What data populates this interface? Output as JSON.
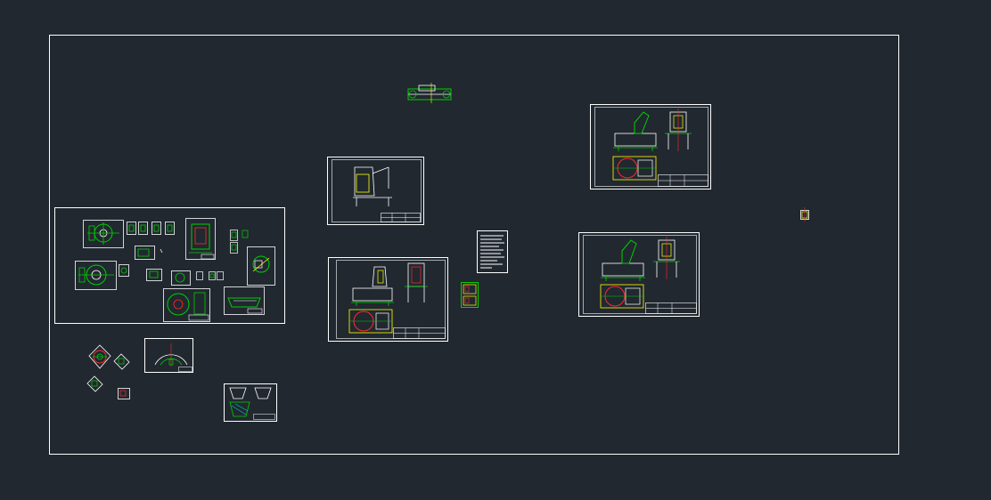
{
  "viewport": {
    "background": "#212830",
    "line_colors": {
      "frame": "#ffffff",
      "geometry": "#00d000",
      "detail": "#ffffff",
      "highlight": "#ff2a2a",
      "accent": "#ffff00",
      "hatch": "#00c8c8"
    }
  },
  "drawing_sheets": [
    {
      "id": "overall-frame",
      "kind": "boundary"
    },
    {
      "id": "parts-sheet-left",
      "kind": "sheet-with-details"
    },
    {
      "id": "top-small-part",
      "kind": "loose-detail"
    },
    {
      "id": "mid-sheet-1",
      "kind": "assembly"
    },
    {
      "id": "mid-sheet-2",
      "kind": "assembly"
    },
    {
      "id": "notes-sheet",
      "kind": "text-block"
    },
    {
      "id": "small-mid-parts",
      "kind": "loose-detail"
    },
    {
      "id": "right-sheet-1",
      "kind": "assembly"
    },
    {
      "id": "right-sheet-2",
      "kind": "assembly"
    },
    {
      "id": "tiny-right-part",
      "kind": "loose-detail"
    },
    {
      "id": "lower-left-loose",
      "kind": "loose-detail"
    },
    {
      "id": "lower-left-sheet-1",
      "kind": "detail-sheet"
    },
    {
      "id": "lower-left-sheet-2",
      "kind": "detail-sheet"
    }
  ]
}
